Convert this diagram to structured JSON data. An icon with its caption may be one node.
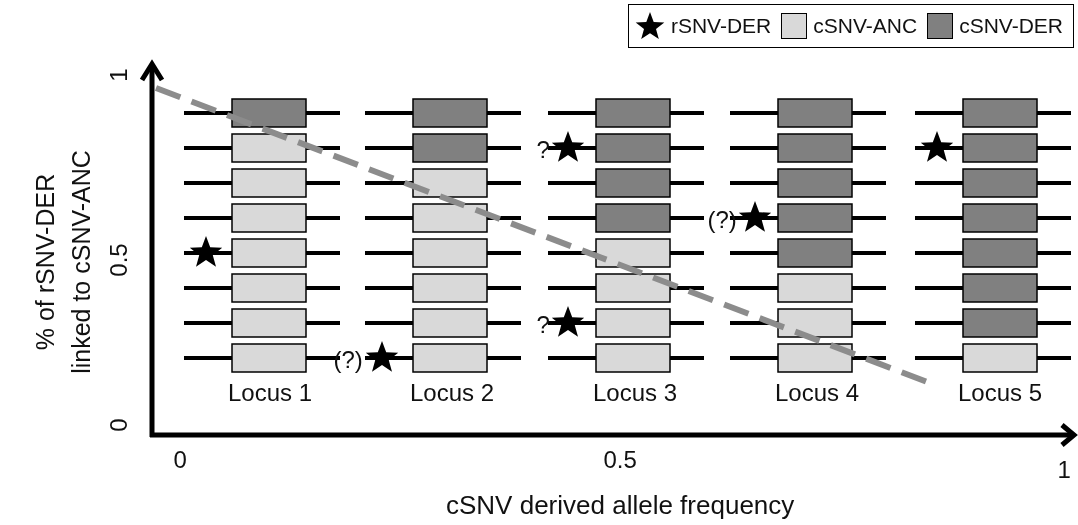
{
  "diagram": {
    "labels": [
      "1",
      "0.5",
      "0",
      "% of rSNV-DER linked to cSNV-ANC",
      "?",
      "(?)",
      "?",
      "(?)",
      "Locus 1",
      "Locus 2",
      "Locus 3",
      "Locus 4",
      "Locus 5",
      "0",
      "0.5",
      "1",
      "cSNV derived allele frequency"
    ],
    "legend": [
      {
        "text": "rSNV-DER"
      },
      {
        "text": "cSNV-ANC",
        "color": "#d9d9d9"
      },
      {
        "text": "cSNV-DER",
        "color": "#808080"
      }
    ]
  }
}
